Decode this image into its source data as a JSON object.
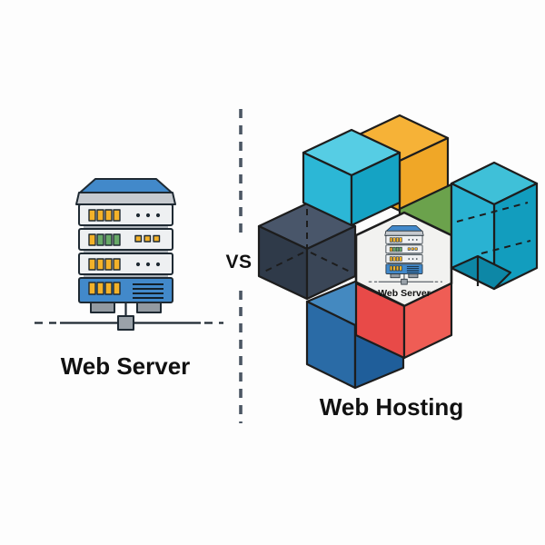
{
  "illustration": {
    "left": {
      "label": "Web Server"
    },
    "divider": {
      "label": "VS"
    },
    "right": {
      "label": "Web Hosting",
      "center_label": "Web Server"
    }
  },
  "colors": {
    "background": "#fdfdfd",
    "outline": "#1d1d1d",
    "label_text": "#111111",
    "divider": "#4b5663",
    "hexagon_fill": "#f2f2f0",
    "cube_cyan_top": "#56cde4",
    "cube_cyan_left": "#2cb7d6",
    "cube_cyan_right": "#15a3c4",
    "cube_yellow_top": "#f6b237",
    "cube_yellow_left": "#eaa21e",
    "cube_yellow_right": "#f0a727",
    "cube_green_face": "#6ba24c",
    "cube_dark_top": "#49566a",
    "cube_dark_left": "#2f3a49",
    "cube_dark_right": "#3a4657",
    "cube_blue_top": "#4489c0",
    "cube_blue_left": "#2a6ba6",
    "cube_blue_right": "#1f5e9a",
    "cube_red_left": "#e84a48",
    "cube_red_right": "#ef5d55",
    "cube_open_cyan_top": "#3fc0d8",
    "cube_open_cyan_front": "#29b2d2",
    "cube_open_cyan_right": "#129dbe",
    "cube_open_cyan_floor": "#0d87a6",
    "server_blue": "#4289ca",
    "server_unit": "#eef0f2",
    "server_band": "#c6cacf",
    "server_separator": "#aeb4ba",
    "server_led_yellow": "#f3b229",
    "server_led_green": "#68a968",
    "server_feet": "#939aa1",
    "server_node": "#9aa2a9"
  }
}
